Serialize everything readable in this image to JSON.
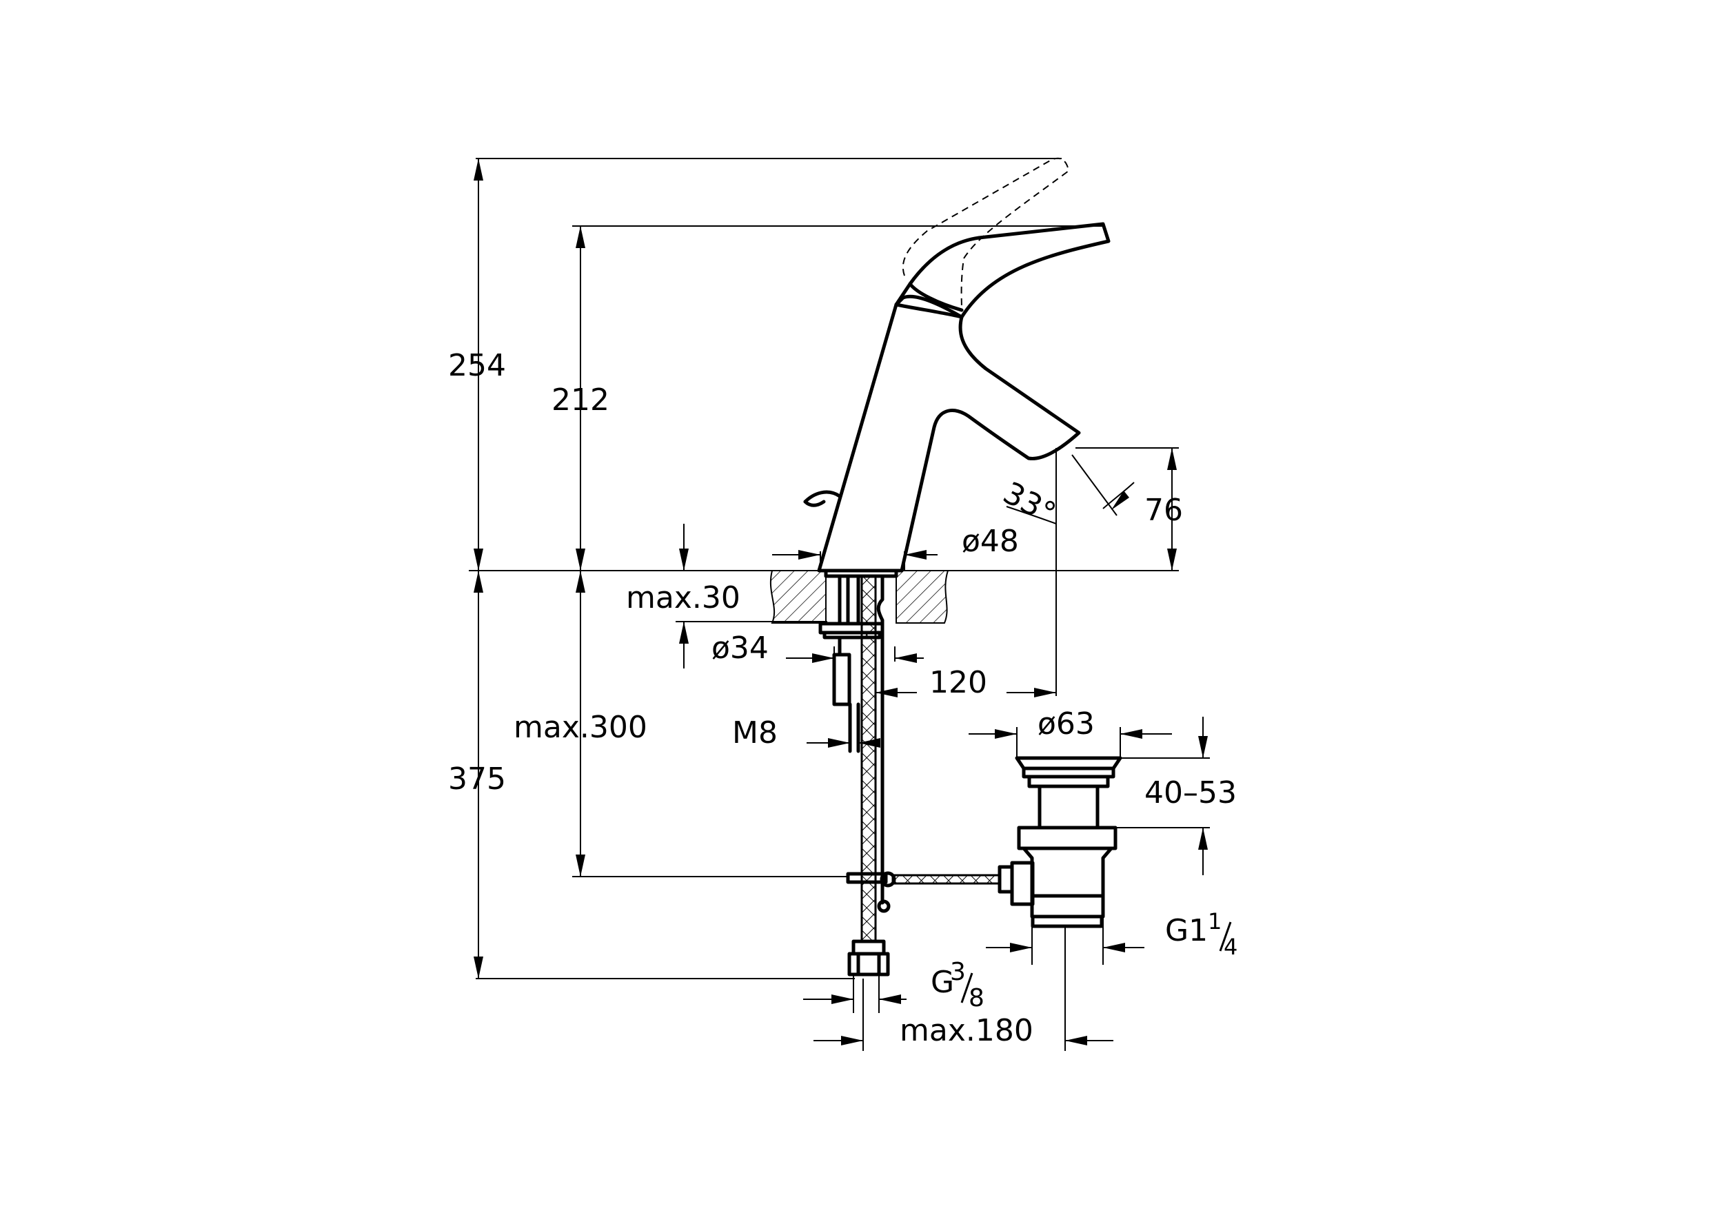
{
  "dimensions": {
    "overall_height": "254",
    "spout_height": "212",
    "outlet_height": "76",
    "spout_angle": "33°",
    "body_diameter": "ø48",
    "max_deck_thickness": "max.30",
    "hole_diameter": "ø34",
    "reach": "120",
    "stud_thread": "M8",
    "waste_diameter": "ø63",
    "waste_depth": "40–53",
    "below_deck_total": "375",
    "max_hose_length": "max.300",
    "waste_thread_main": "G1",
    "waste_thread_num": "1",
    "waste_thread_den": "4",
    "supply_thread_main": "G",
    "supply_thread_num": "3",
    "supply_thread_den": "8",
    "max_offset": "max.180"
  }
}
